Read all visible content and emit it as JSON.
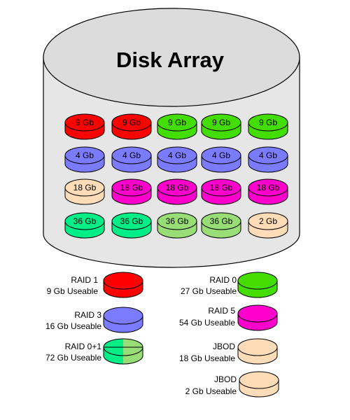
{
  "title": "Disk Array",
  "colors": {
    "raid1": "#ff0000",
    "raid0": "#44dd00",
    "raid3": "#7b7bff",
    "raid5": "#ff00cc",
    "raid01_a": "#00ee88",
    "raid01_b": "#99dd77",
    "jbod": "#ffdcb8",
    "cylinder_top": "#dcdcdc",
    "cylinder_body": "#e6e6e6"
  },
  "disk_rows": [
    [
      {
        "label": "9 Gb",
        "group": "raid1"
      },
      {
        "label": "9 Gb",
        "group": "raid1"
      },
      {
        "label": "9 Gb",
        "group": "raid0"
      },
      {
        "label": "9 Gb",
        "group": "raid0"
      },
      {
        "label": "9 Gb",
        "group": "raid0"
      }
    ],
    [
      {
        "label": "4 Gb",
        "group": "raid3"
      },
      {
        "label": "4 Gb",
        "group": "raid3"
      },
      {
        "label": "4 Gb",
        "group": "raid3"
      },
      {
        "label": "4 Gb",
        "group": "raid3"
      },
      {
        "label": "4 Gb",
        "group": "raid3"
      }
    ],
    [
      {
        "label": "18 Gb",
        "group": "jbod"
      },
      {
        "label": "18 Gb",
        "group": "raid5"
      },
      {
        "label": "18 Gb",
        "group": "raid5"
      },
      {
        "label": "18 Gb",
        "group": "raid5"
      },
      {
        "label": "18 Gb",
        "group": "raid5"
      }
    ],
    [
      {
        "label": "36 Gb",
        "group": "raid01_a"
      },
      {
        "label": "36 Gb",
        "group": "raid01_a"
      },
      {
        "label": "36 Gb",
        "group": "raid01_b"
      },
      {
        "label": "36 Gb",
        "group": "raid01_b"
      },
      {
        "label": "2 Gb",
        "group": "jbod"
      }
    ]
  ],
  "legend": [
    {
      "name": "RAID 1",
      "capacity": "9 Gb Useable",
      "group": "raid1"
    },
    {
      "name": "RAID 0",
      "capacity": "27 Gb Useable",
      "group": "raid0"
    },
    {
      "name": "RAID 3",
      "capacity": "16 Gb Useable",
      "group": "raid3"
    },
    {
      "name": "RAID 5",
      "capacity": "54 Gb Useable",
      "group": "raid5"
    },
    {
      "name": "RAID 0+1",
      "capacity": "72 Gb Useable",
      "group": "raid01_split"
    },
    {
      "name": "JBOD",
      "capacity": "18 Gb Useable",
      "group": "jbod"
    },
    {
      "name": "JBOD",
      "capacity": "2 Gb Useable",
      "group": "jbod"
    }
  ]
}
